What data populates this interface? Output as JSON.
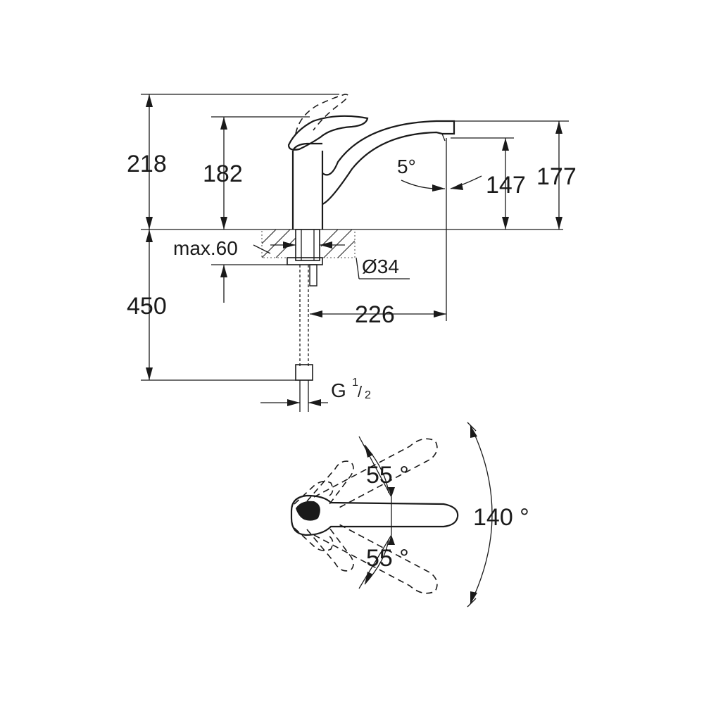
{
  "dimensions": {
    "total_height": "218",
    "body_height": "182",
    "spout_height": "177",
    "outlet_height": "147",
    "outlet_angle": "5°",
    "max_deck_thickness": "max.60",
    "hole_diameter": "Ø34",
    "hose_length": "450",
    "spout_reach": "226",
    "connection_thread": "G",
    "connection_thread_fraction_num": "1",
    "connection_thread_fraction_den": "2"
  },
  "lever_swing": {
    "upper_angle": "55 °",
    "lower_angle": "55 °",
    "total_angle": "140 °"
  }
}
